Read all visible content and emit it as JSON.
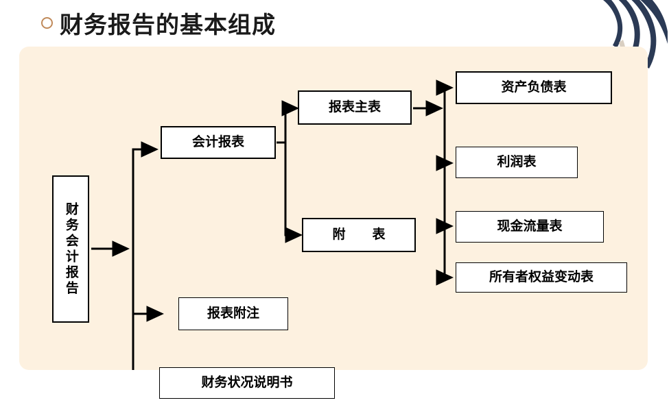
{
  "header": {
    "title": "财务报告的基本组成",
    "bullet_icon": "circle-outline-icon",
    "bullet_color": "#c08a5a"
  },
  "decoration": {
    "leaf_icon": "monstera-leaf-icon",
    "leaf_color": "#2b3a55",
    "leaf_accent": "#d9cfc2"
  },
  "panel": {
    "background": "#fdf1e0"
  },
  "diagram": {
    "type": "tree-flowchart",
    "nodes": [
      {
        "id": "root",
        "label": "财务会计报告",
        "orientation": "vertical"
      },
      {
        "id": "statements",
        "label": "会计报表",
        "orientation": "horizontal"
      },
      {
        "id": "main_sheet",
        "label": "报表主表",
        "orientation": "horizontal"
      },
      {
        "id": "annex",
        "label": "附　表",
        "orientation": "horizontal"
      },
      {
        "id": "balance",
        "label": "资产负债表",
        "orientation": "horizontal"
      },
      {
        "id": "profit",
        "label": "利润表",
        "orientation": "horizontal"
      },
      {
        "id": "cashflow",
        "label": "现金流量表",
        "orientation": "horizontal"
      },
      {
        "id": "equity",
        "label": "所有者权益变动表",
        "orientation": "horizontal"
      },
      {
        "id": "notes",
        "label": "报表附注",
        "orientation": "horizontal"
      },
      {
        "id": "description",
        "label": "财务状况说明书",
        "orientation": "horizontal"
      }
    ],
    "edges": [
      {
        "from": "root",
        "to": "statements"
      },
      {
        "from": "root",
        "to": "notes"
      },
      {
        "from": "root",
        "to": "description"
      },
      {
        "from": "statements",
        "to": "main_sheet"
      },
      {
        "from": "statements",
        "to": "annex"
      },
      {
        "from": "main_sheet",
        "to": "balance"
      },
      {
        "from": "main_sheet",
        "to": "profit"
      },
      {
        "from": "main_sheet",
        "to": "cashflow"
      },
      {
        "from": "main_sheet",
        "to": "equity"
      }
    ]
  }
}
